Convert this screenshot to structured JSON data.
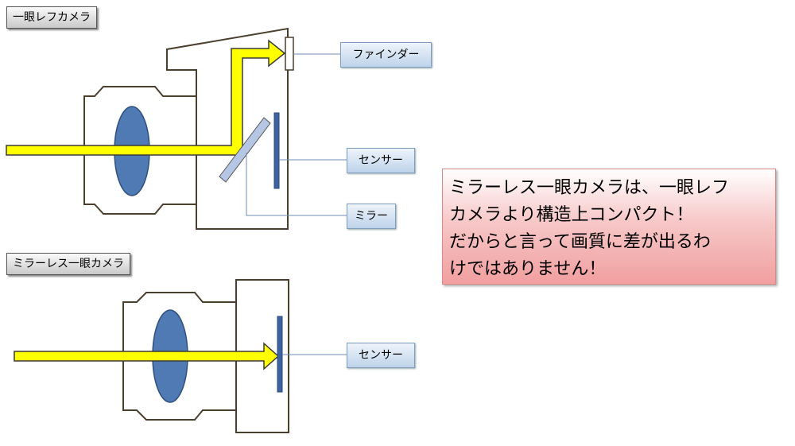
{
  "labels": {
    "slr_title": "一眼レフカメラ",
    "mirrorless_title": "ミラーレス一眼カメラ",
    "finder": "ファインダー",
    "sensor_slr": "センサー",
    "mirror": "ミラー",
    "sensor_mirrorless": "センサー"
  },
  "note": {
    "lines": [
      "ミラーレス一眼カメラは、一眼レフ",
      "カメラより構造上コンパクト！",
      "だからと言って画質に差が出るわ",
      "けではありません！"
    ]
  },
  "colors": {
    "outline": "#4a3f2d",
    "lens": "#4f7ab3",
    "light_ray": "#ffff00",
    "sensor": "#3d64a0",
    "mirror": "#b4c6e4",
    "note_bg": "#f7c8c8"
  }
}
